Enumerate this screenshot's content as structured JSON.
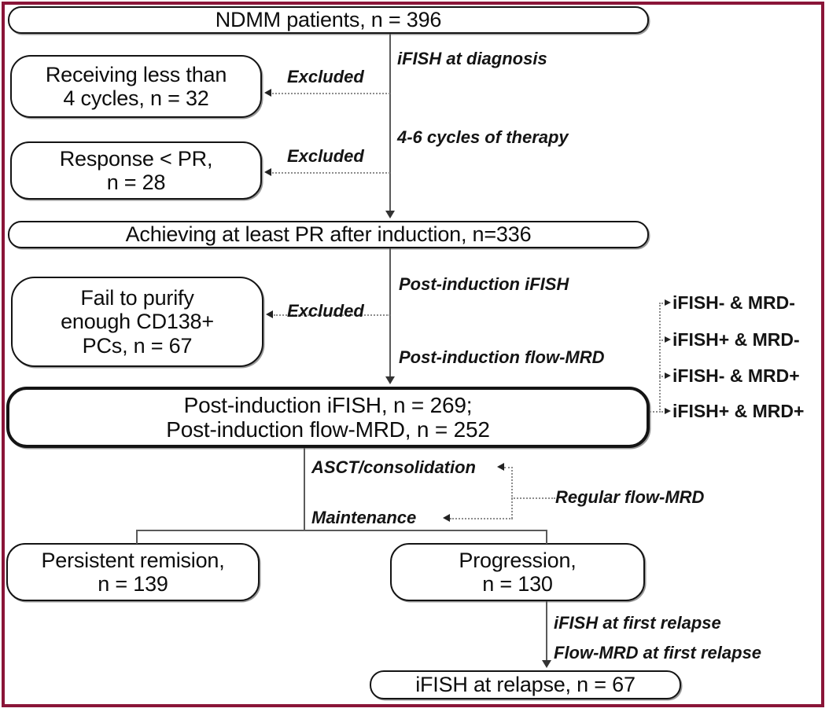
{
  "figure": {
    "type": "flowchart",
    "title": "NDMM patient study CONSORT-style flow diagram",
    "frame_color": "#8a1538"
  },
  "nodes": {
    "ndmm": {
      "lines": [
        "NDMM patients, n = 396"
      ]
    },
    "less4cycles": {
      "lines": [
        "Receiving less than",
        "4 cycles, n = 32"
      ]
    },
    "responselt": {
      "lines": [
        "Response < PR,",
        "n = 28"
      ]
    },
    "achieving": {
      "lines": [
        "Achieving at least PR after induction, n=336"
      ]
    },
    "failpurify": {
      "lines": [
        "Fail to purify",
        "enough CD138+",
        "PCs, n = 67"
      ]
    },
    "postinduction": {
      "lines": [
        "Post-induction iFISH, n = 269;",
        "Post-induction flow-MRD, n = 252"
      ]
    },
    "remission": {
      "lines": [
        "Persistent remision,",
        "n = 139"
      ]
    },
    "progression": {
      "lines": [
        "Progression,",
        "n = 130"
      ]
    },
    "relapse": {
      "lines": [
        "iFISH at relapse, n = 67"
      ]
    }
  },
  "edge_labels": {
    "ifish_diagnosis": "iFISH at diagnosis",
    "cycles_therapy": "4-6 cycles of therapy",
    "post_induction_ifish": "Post-induction iFISH",
    "post_induction_flow_mrd": "Post-induction flow-MRD",
    "excluded_1": "Excluded",
    "excluded_2": "Excluded",
    "excluded_3": "Excluded",
    "asct_consolidation": "ASCT/consolidation",
    "maintenance": "Maintenance",
    "regular_flow_mrd": "Regular flow-MRD",
    "ifish_first_relapse": "iFISH at first relapse",
    "flow_mrd_first_relapse": "Flow-MRD at first relapse"
  },
  "subgroups": [
    "iFISH- & MRD-",
    "iFISH+ & MRD-",
    "iFISH- & MRD+",
    "iFISH+ & MRD+"
  ]
}
